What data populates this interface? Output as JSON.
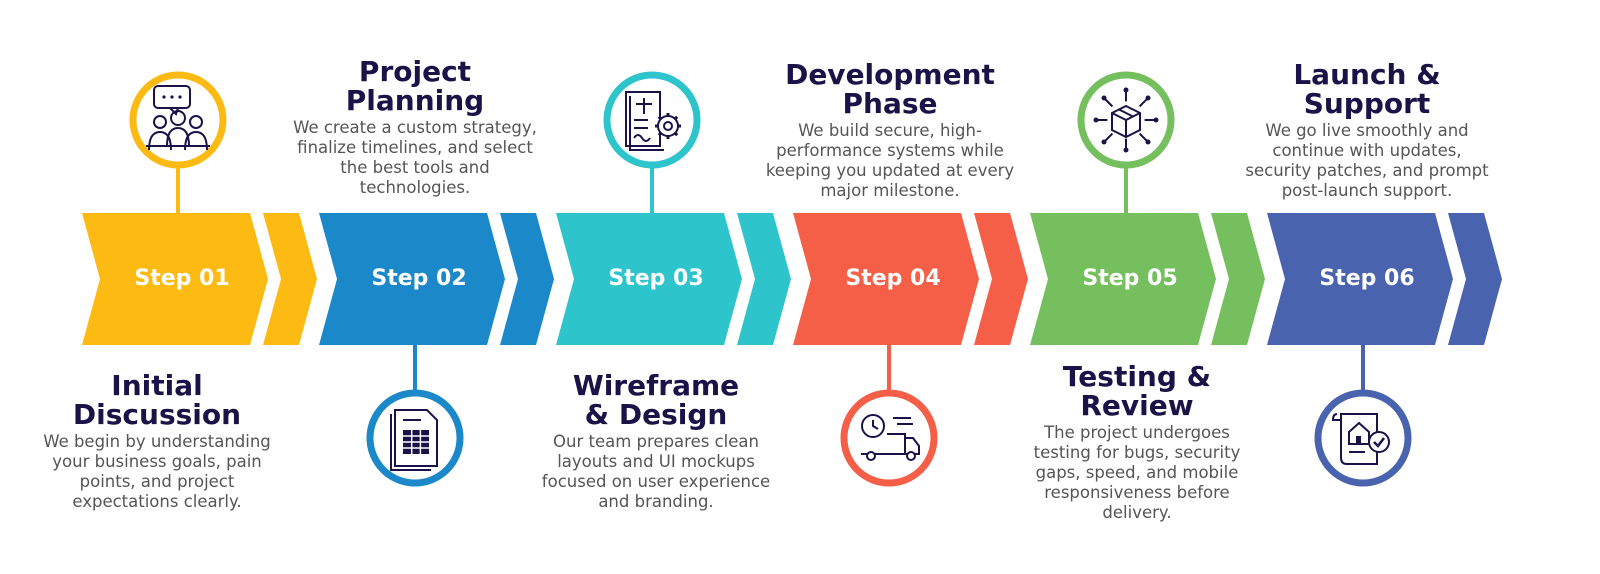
{
  "steps": [
    {
      "label": "Step 01",
      "title": "Initial Discussion",
      "description": "We begin by understanding your business goals, pain points, and project expectations clearly.",
      "color": "#FDBA12",
      "icon": "people-chat-icon"
    },
    {
      "label": "Step 02",
      "title": "Project Planning",
      "description": "We create a custom strategy, finalize timelines, and select the best tools and technologies.",
      "color": "#1B88C9",
      "icon": "document-spreadsheet-icon"
    },
    {
      "label": "Step 03",
      "title": "Wireframe & Design",
      "description": "Our team prepares clean layouts and UI mockups focused on user experience and branding.",
      "color": "#2EC4CB",
      "icon": "document-gear-icon"
    },
    {
      "label": "Step 04",
      "title": "Development Phase",
      "description": "We build secure, high-performance systems while keeping you updated at every major milestone.",
      "color": "#F65F47",
      "icon": "delivery-truck-clock-icon"
    },
    {
      "label": "Step 05",
      "title": "Testing & Review",
      "description": "The project undergoes testing for bugs, security gaps, speed, and mobile responsiveness before delivery.",
      "color": "#76BF5E",
      "icon": "box-arrows-icon"
    },
    {
      "label": "Step 06",
      "title": "Launch & Support",
      "description": "We go live smoothly and continue with updates, security patches, and prompt post-launch support.",
      "color": "#4A63AE",
      "icon": "house-scroll-check-icon"
    }
  ]
}
